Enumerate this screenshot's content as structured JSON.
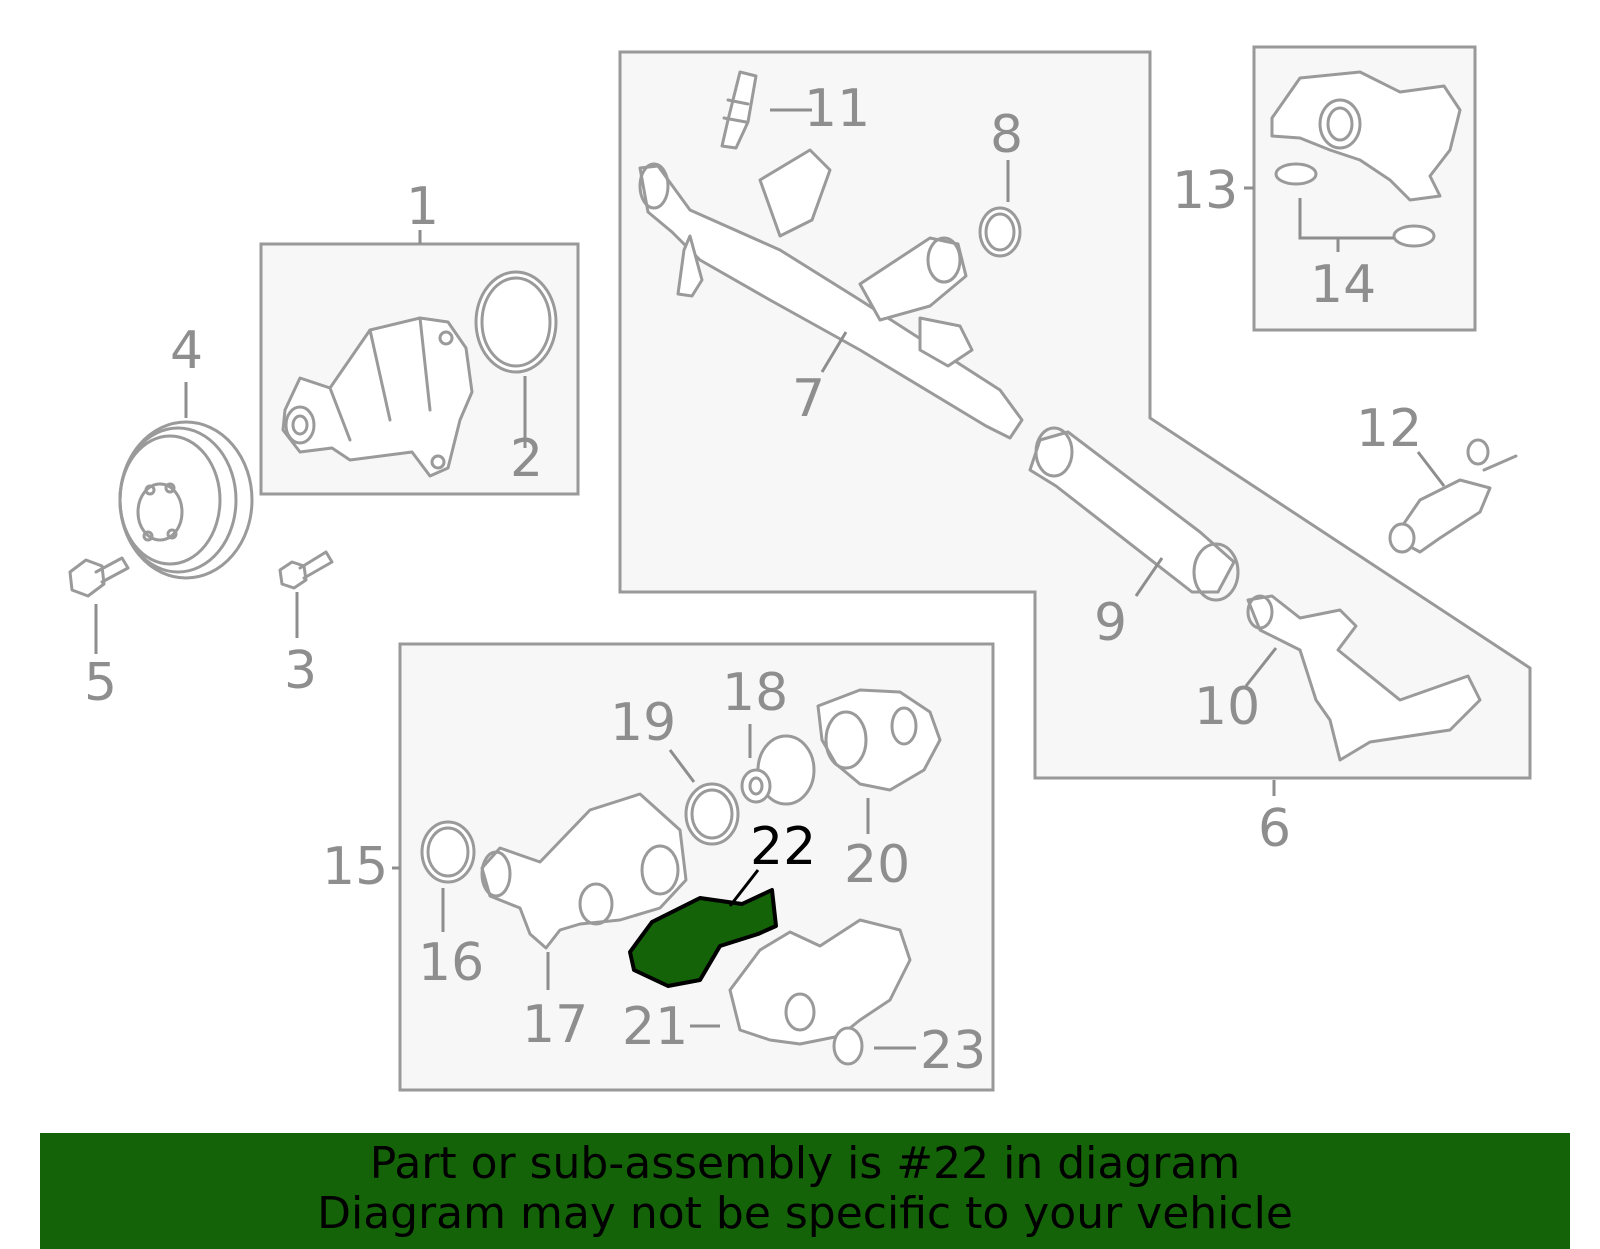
{
  "callouts": {
    "c1": "1",
    "c2": "2",
    "c3": "3",
    "c4": "4",
    "c5": "5",
    "c6": "6",
    "c7": "7",
    "c8": "8",
    "c9": "9",
    "c10": "10",
    "c11": "11",
    "c12": "12",
    "c13": "13",
    "c14": "14",
    "c15": "15",
    "c16": "16",
    "c17": "17",
    "c18": "18",
    "c19": "19",
    "c20": "20",
    "c21": "21",
    "c22": "22",
    "c23": "23"
  },
  "highlight": {
    "part_number": "22",
    "color": "#156308"
  },
  "footer": {
    "line1": "Part or sub-assembly is #22 in diagram",
    "line2": "Diagram may not be specific to your vehicle"
  },
  "colors": {
    "line": "#9a9a9a",
    "box_fill": "#f7f7f7",
    "banner": "#156308"
  }
}
